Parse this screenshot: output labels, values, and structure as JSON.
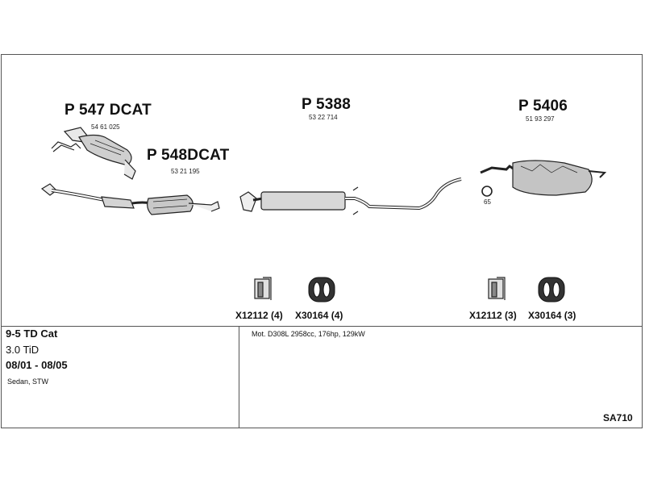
{
  "parts": [
    {
      "code": "P 547 DCAT",
      "number": "54 61 025"
    },
    {
      "code": "P 548DCAT",
      "number": "53 21 195"
    },
    {
      "code": "P 5388",
      "number": "53 22 714"
    },
    {
      "code": "P 5406",
      "number": "51 93 297"
    }
  ],
  "ring_label": "65",
  "fittings": [
    {
      "label": "X12112 (4)",
      "icon": "bracket-icon"
    },
    {
      "label": "X30164 (4)",
      "icon": "rubber-hanger-icon"
    },
    {
      "label": "X12112 (3)",
      "icon": "bracket-icon"
    },
    {
      "label": "X30164 (3)",
      "icon": "rubber-hanger-icon"
    }
  ],
  "vehicle": {
    "model": "9-5 TD Cat",
    "engine": "3.0 TiD",
    "years": "08/01 - 08/05",
    "body": "Sedan, STW"
  },
  "motor": "Mot. D308L 2958cc, 176hp, 129kW",
  "system_code": "SA710"
}
